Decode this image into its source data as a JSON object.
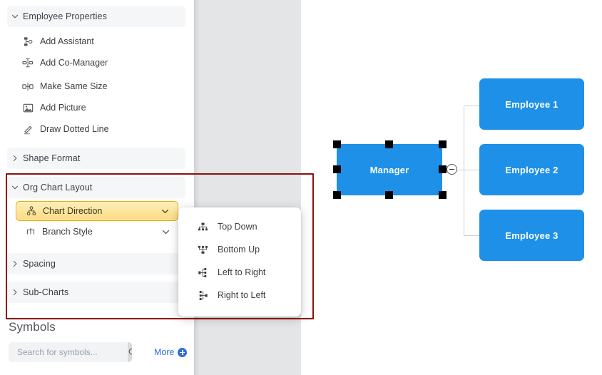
{
  "sidebar": {
    "sections": [
      {
        "id": "employee-properties",
        "label": "Employee Properties",
        "state": "expanded",
        "chevron": "chevron-down-icon"
      },
      {
        "id": "shape-format",
        "label": "Shape Format",
        "state": "collapsed",
        "chevron": "chevron-right-icon"
      },
      {
        "id": "org-chart-layout",
        "label": "Org Chart Layout",
        "state": "expanded",
        "chevron": "chevron-down-icon"
      },
      {
        "id": "spacing",
        "label": "Spacing",
        "state": "collapsed",
        "chevron": "chevron-right-icon"
      },
      {
        "id": "sub-charts",
        "label": "Sub-Charts",
        "state": "collapsed",
        "chevron": "chevron-right-icon"
      }
    ],
    "employee_property_items": [
      {
        "label": "Add Assistant",
        "icon": "add-assistant-icon"
      },
      {
        "label": "Add Co-Manager",
        "icon": "add-co-manager-icon"
      },
      {
        "label": "Make Same Size",
        "icon": "make-same-size-icon"
      },
      {
        "label": "Add Picture",
        "icon": "add-picture-icon"
      },
      {
        "label": "Draw Dotted Line",
        "icon": "draw-dotted-line-icon"
      }
    ],
    "org_chart_layout_items": [
      {
        "label": "Chart Direction",
        "icon": "org-chart-icon",
        "caret": "chevron-down-icon",
        "selected": true
      },
      {
        "label": "Branch Style",
        "icon": "branch-style-icon",
        "caret": "chevron-down-icon",
        "selected": false
      }
    ]
  },
  "dropdown": {
    "name": "chart-direction-menu",
    "items": [
      {
        "label": "Top Down",
        "icon": "top-down-icon"
      },
      {
        "label": "Bottom Up",
        "icon": "bottom-up-icon"
      },
      {
        "label": "Left to Right",
        "icon": "left-to-right-icon"
      },
      {
        "label": "Right to Left",
        "icon": "right-to-left-icon"
      }
    ]
  },
  "symbols": {
    "title": "Symbols",
    "search_placeholder": "Search for symbols...",
    "search_value": "",
    "search_icon": "search-icon",
    "more_label": "More",
    "more_icon": "plus-circle-icon"
  },
  "canvas": {
    "nodes": [
      {
        "id": "manager",
        "label": "Manager",
        "selected": true
      },
      {
        "id": "employee-1",
        "label": "Employee 1",
        "selected": false
      },
      {
        "id": "employee-2",
        "label": "Employee 2",
        "selected": false
      },
      {
        "id": "employee-3",
        "label": "Employee 3",
        "selected": false
      }
    ],
    "collapse_control": {
      "name": "collapse-children-button",
      "state": "expanded",
      "glyph": "minus"
    }
  },
  "annotation": {
    "name": "highlight-rectangle",
    "color": "#8e1010"
  },
  "colors": {
    "node_fill": "#1e90e8",
    "node_text": "#ffffff",
    "accent_yellow_border": "#e8a90a",
    "link_blue": "#2f6fdc",
    "panel_bg": "#f5f6f7",
    "gray_strip": "#e4e5e7",
    "annotation_red": "#8e1010",
    "connector_gray": "#cfd0d2"
  }
}
